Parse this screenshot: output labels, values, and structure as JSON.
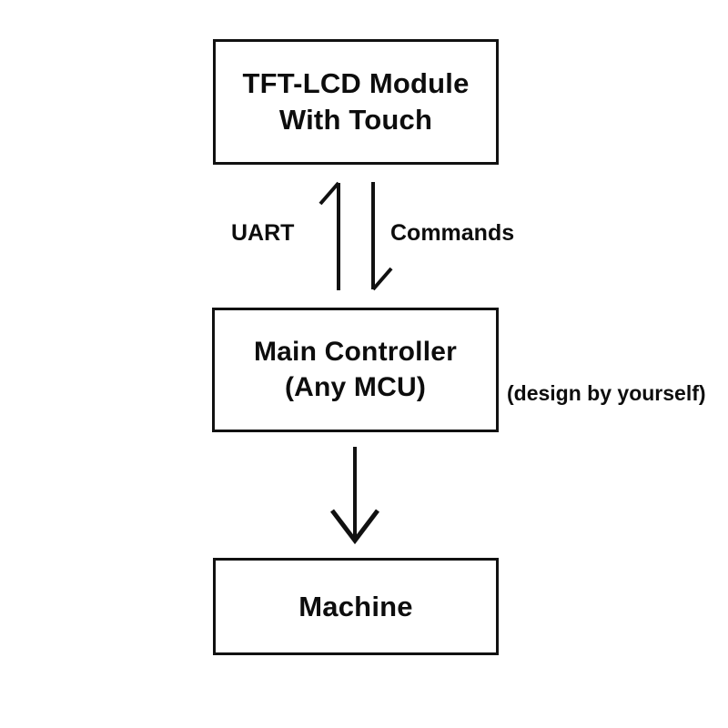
{
  "diagram": {
    "title": "TFT-LCD Module system block diagram",
    "background_color": "#ffffff",
    "stroke_color": "#111111",
    "text_color": "#0d0d0d",
    "nodes": [
      {
        "id": "tft-lcd-module",
        "lines": [
          "TFT-LCD Module",
          "With Touch"
        ]
      },
      {
        "id": "main-controller",
        "lines": [
          "Main Controller",
          "(Any MCU)"
        ]
      },
      {
        "id": "machine",
        "lines": [
          "Machine"
        ]
      }
    ],
    "edges": [
      {
        "id": "uart-uplink",
        "label": "UART",
        "from": "main-controller",
        "to": "tft-lcd-module",
        "direction": "up"
      },
      {
        "id": "commands-downlink",
        "label": "Commands",
        "from": "tft-lcd-module",
        "to": "main-controller",
        "direction": "down"
      },
      {
        "id": "controller-to-machine",
        "label": "",
        "from": "main-controller",
        "to": "machine",
        "direction": "down"
      }
    ],
    "annotations": [
      {
        "id": "design-note",
        "text": "(design by yourself)",
        "attached_to": "main-controller"
      }
    ]
  }
}
